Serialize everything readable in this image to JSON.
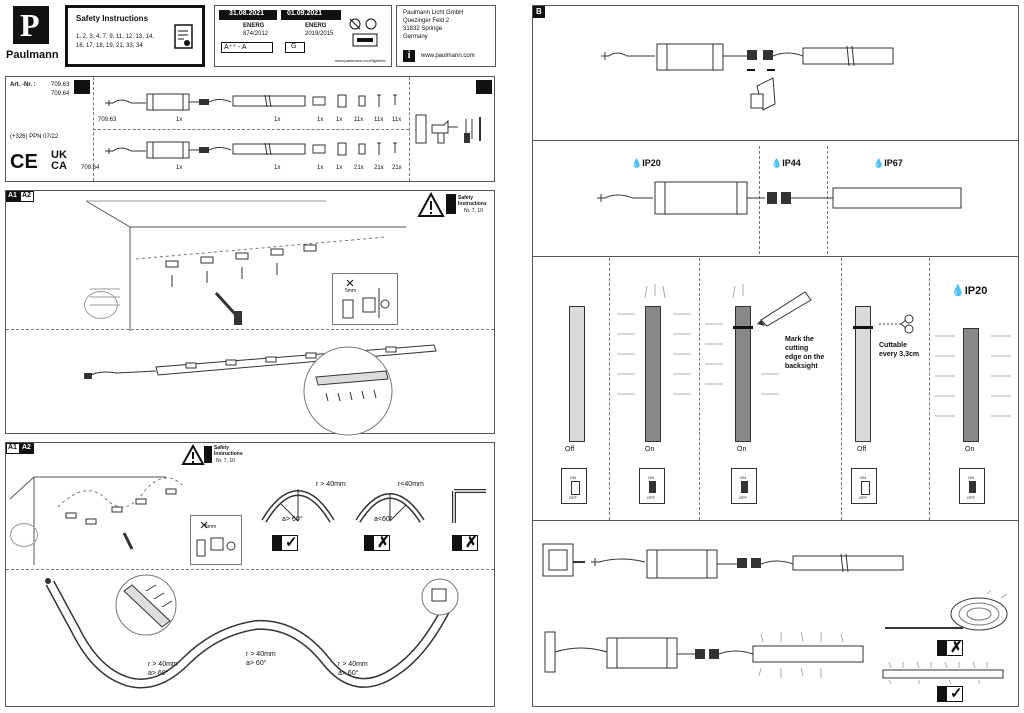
{
  "header": {
    "brand": "Paulmann",
    "logo_letter": "P",
    "safety_title": "Safety Instructions",
    "safety_langs_1": "1, 2, 3, 4, 7, 9, 11, 12, 13, 14,",
    "safety_langs_2": "16, 17, 18, 19, 21, 33, 34",
    "energy_date_1": "31.08.2021",
    "energy_date_2": "01.09.2021",
    "energy_reg_1": "874/2012",
    "energy_reg_2": "2019/2015",
    "energy_word": "ENERG",
    "energy_class_range": "A⁺⁺ - A",
    "energy_class_new": "G",
    "lighting_url": "www.paulmann.com/lightinfo",
    "address": [
      "Paulmann Licht GmbH",
      "Quezinger Feld 2",
      "31832 Springe",
      "Germany"
    ],
    "website": "www.paulmann.com"
  },
  "parts": {
    "art_no_label": "Art. -Nr. :",
    "art_no_1": "709.63",
    "art_no_2": "709.64",
    "row1_id": "709.63",
    "row2_id": "709.64",
    "row1_qty": [
      "1x",
      "1x",
      "1x",
      "1x",
      "11x",
      "11x",
      "11x"
    ],
    "row2_qty": [
      "1x",
      "1x",
      "1x",
      "1x",
      "21x",
      "21x",
      "21x"
    ],
    "print_code": "(+326) PPN 07/22",
    "ce": "CE",
    "ukca_1": "UK",
    "ukca_2": "CA"
  },
  "section_a1": {
    "tag_1": "A1",
    "tag_2": "A2",
    "safety_label": "Safety Instructions",
    "safety_ref": "Nr. 7, 10",
    "drill_size": "5mm"
  },
  "section_a2": {
    "tag_1": "A1",
    "tag_2": "A2",
    "safety_label": "Safety Instructions",
    "safety_ref": "Nr. 7, 10",
    "bend_ok_r": "r > 40mm",
    "bend_ok_a": "a> 60°",
    "bend_bad_r": "r<40mm",
    "bend_bad_a": "a<60°",
    "drill_size": "5mm",
    "strip_labels": [
      {
        "r": "r > 40mm",
        "a": "a> 60°"
      },
      {
        "r": "r > 40mm",
        "a": "a> 60°"
      },
      {
        "r": "r > 40mm",
        "a": "a> 60°"
      }
    ]
  },
  "section_b": {
    "tag": "B",
    "ip20": "IP20",
    "ip44": "IP44",
    "ip67": "IP67",
    "ip20_b": "IP20",
    "state_off": "Off",
    "state_on": "On",
    "switch_on": "ON",
    "switch_off": "OFF",
    "mark_text": [
      "Mark the",
      "cutting",
      "edge on the",
      "backsight"
    ],
    "cut_text": [
      "Cuttable",
      "every 3,3cm"
    ]
  },
  "colors": {
    "line": "#333333",
    "strip_fill": "#d9d9d9",
    "strip_dark": "#888888"
  }
}
